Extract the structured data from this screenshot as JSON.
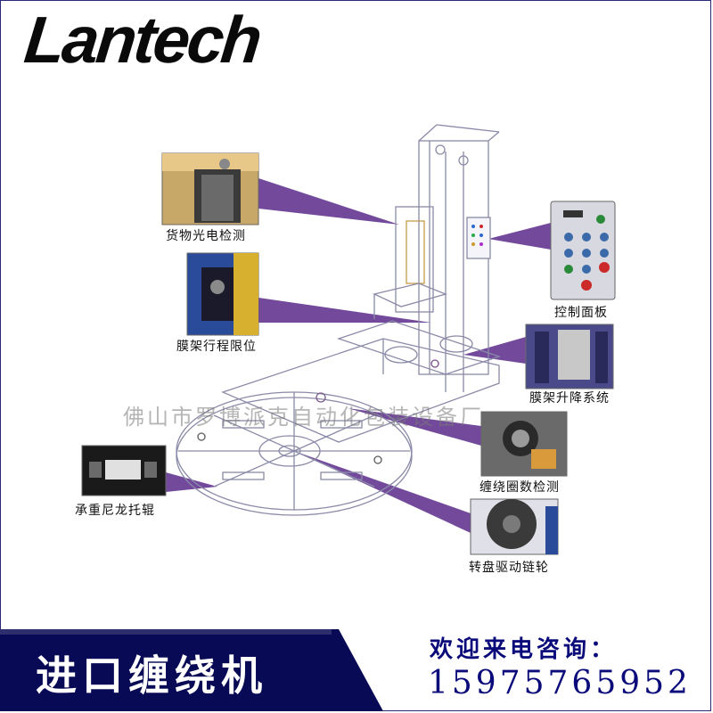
{
  "brand": {
    "logo_text": "Lantech"
  },
  "watermark": "佛山市罗博派克自动化包装设备厂",
  "callouts": [
    {
      "id": "cargo-photo-sensor",
      "label": "货物光电检测"
    },
    {
      "id": "film-carriage-limit",
      "label": "膜架行程限位"
    },
    {
      "id": "control-panel",
      "label": "控制面板"
    },
    {
      "id": "film-lift-system",
      "label": "膜架升降系统"
    },
    {
      "id": "wrap-count-sensor",
      "label": "缠绕圈数检测"
    },
    {
      "id": "nylon-roller",
      "label": "承重尼龙托辊"
    },
    {
      "id": "turntable-sprocket",
      "label": "转盘驱动链轮"
    }
  ],
  "banner": {
    "title": "进口缠绕机",
    "welcome": "欢迎来电咨询：",
    "phone": "15975765952"
  },
  "colors": {
    "pointer": "#5a2a8a",
    "banner_bg": "#080a55",
    "contact_text": "#0a0a7a",
    "line_art": "#8a8aa8"
  }
}
